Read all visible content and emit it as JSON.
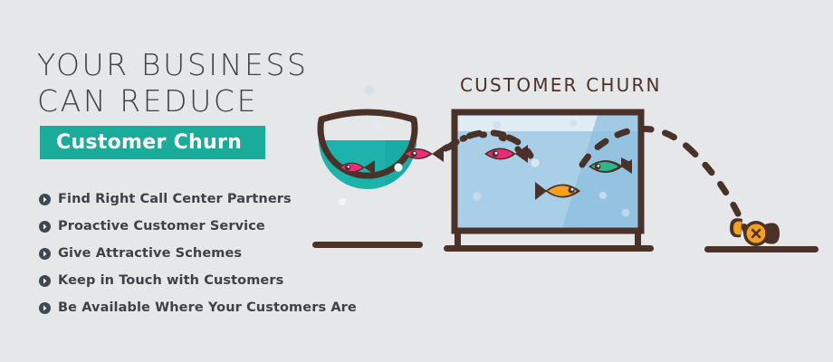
{
  "banner": {
    "background_color": "#e6e7e9",
    "headline_line1": "YOUR BUSINESS",
    "headline_line2": "CAN REDUCE",
    "headline_color": "#3f4245",
    "badge_label": "Customer Churn",
    "badge_color": "#1aab9b",
    "badge_text_color": "#ffffff"
  },
  "bullets": [
    {
      "icon": "chevron-right-circle-icon",
      "label": "Find Right Call Center Partners"
    },
    {
      "icon": "chevron-right-circle-icon",
      "label": "Proactive Customer Service"
    },
    {
      "icon": "chevron-right-circle-icon",
      "label": "Give Attractive Schemes"
    },
    {
      "icon": "chevron-right-circle-icon",
      "label": "Keep in Touch with Customers"
    },
    {
      "icon": "chevron-right-circle-icon",
      "label": "Be Available Where Your Customers Are"
    }
  ],
  "illustration": {
    "title": "CUSTOMER CHURN",
    "title_color": "#4a3228",
    "outline_color": "#4a3228",
    "fishbowl": {
      "name": "round-fishbowl",
      "water_color": "#1bb3ab",
      "fish_color": "#ee2a7b",
      "bubble_color": "#d9e9f2"
    },
    "aquarium": {
      "name": "rectangular-aquarium",
      "water_color": "#a9cfe8",
      "water_highlight_color": "#8dbfe0",
      "water_surface_color": "#cfe4f1",
      "fish": [
        {
          "name": "pink-fish",
          "color": "#ee2a7b",
          "facing": "right"
        },
        {
          "name": "orange-fish",
          "color": "#f7a01c",
          "facing": "right"
        },
        {
          "name": "teal-fish",
          "color": "#2eb88a",
          "facing": "left"
        }
      ]
    },
    "escaping_fish": {
      "name": "escaping-pink-fish",
      "color": "#ee2a7b"
    },
    "dead_fish": {
      "name": "dead-orange-fish",
      "color": "#f7a01c",
      "eye": "x-mark"
    },
    "trails": [
      {
        "name": "left-escape-trail",
        "style": "dashed-arc"
      },
      {
        "name": "right-escape-trail",
        "style": "dashed-arc"
      }
    ]
  }
}
